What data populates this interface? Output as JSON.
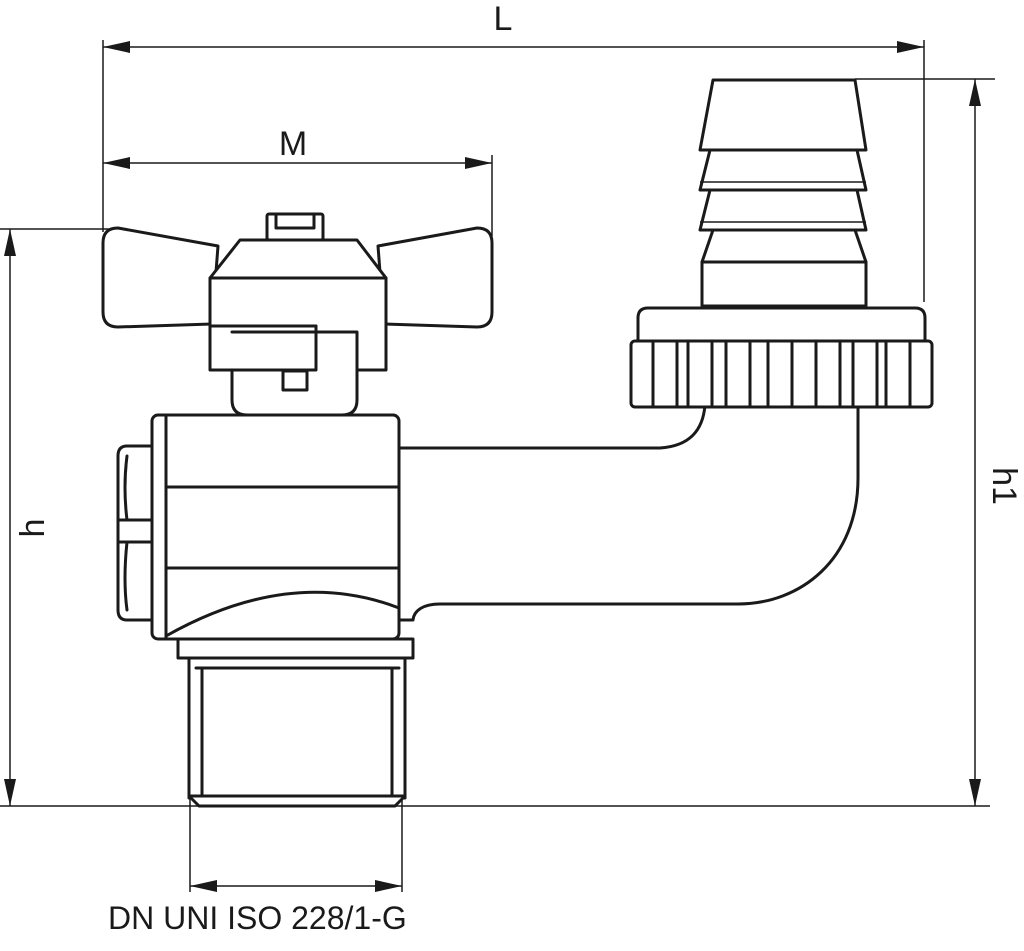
{
  "dimensions": {
    "L": "L",
    "M": "M",
    "h": "h",
    "h1": "h1"
  },
  "caption": "DN UNI ISO 228/1-G",
  "colors": {
    "stroke": "#1a1a1a",
    "background": "#ffffff"
  }
}
